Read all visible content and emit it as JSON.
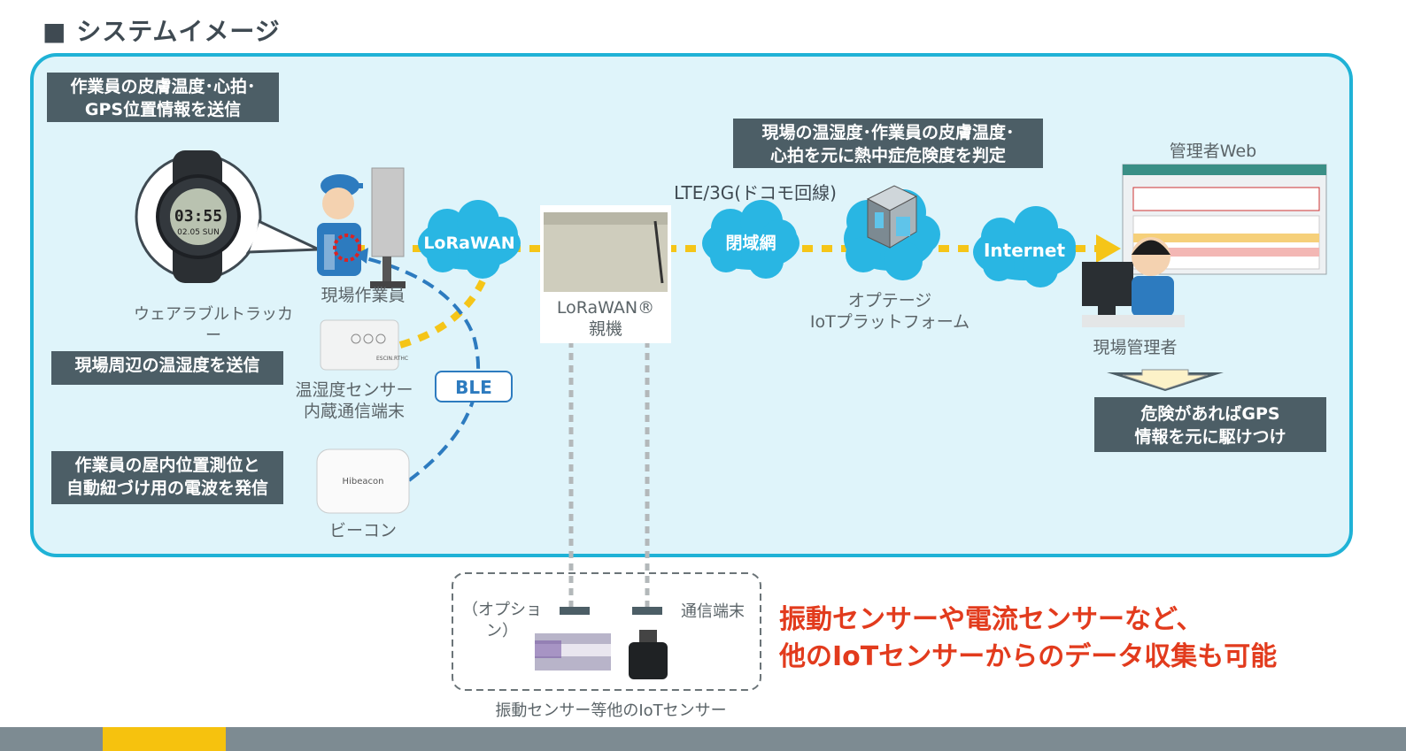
{
  "title": "■ システムイメージ",
  "descriptions": {
    "send_vitals": [
      "作業員の皮膚温度･心拍･",
      "GPS位置情報を送信"
    ],
    "send_temp": "現場周辺の温湿度を送信",
    "beacon_purpose": [
      "作業員の屋内位置測位と",
      "自動紐づけ用の電波を発信"
    ],
    "judgement": [
      "現場の温湿度･作業員の皮膚温度･",
      "心拍を元に熱中症危険度を判定"
    ],
    "action": [
      "危険があればGPS",
      "情報を元に駆けつけ"
    ]
  },
  "labels": {
    "wearable": "ウェアラブルトラッカー",
    "field_worker": "現場作業員",
    "sensor": [
      "温湿度センサー",
      "内蔵通信端末"
    ],
    "beacon": "ビーコン",
    "gateway": [
      "LoRaWAN®",
      "親機"
    ],
    "platform": [
      "オプテージ",
      "IoTプラットフォーム"
    ],
    "manager_web": "管理者Web",
    "manager": "現場管理者",
    "lte": "LTE/3G(ドコモ回線)",
    "option": "（オプション）",
    "comm_terminal": "通信端末",
    "other_sensors": "振動センサー等他のIoTセンサー"
  },
  "clouds": {
    "lorawan": "LoRaWAN",
    "closed_network": "閉域網",
    "internet": "Internet"
  },
  "badge_ble": "BLE",
  "watch_time": "03:55",
  "watch_date": "02.05 SUN",
  "sensor_brand": "ESCIN.RTHC",
  "beacon_brand": "Hibeacon",
  "red_note": [
    "振動センサーや電流センサーなど、",
    "他のIoTセンサーからのデータ収集も可能"
  ],
  "colors": {
    "panel_border": "#1fb2d6",
    "panel_fill": "#dff4fa",
    "cloud": "#29b6e3",
    "dotted_link": "#f5c518",
    "ble_link": "#2d7bbf",
    "dark_box": "#4c5e66",
    "note_red": "#e23b1d"
  }
}
